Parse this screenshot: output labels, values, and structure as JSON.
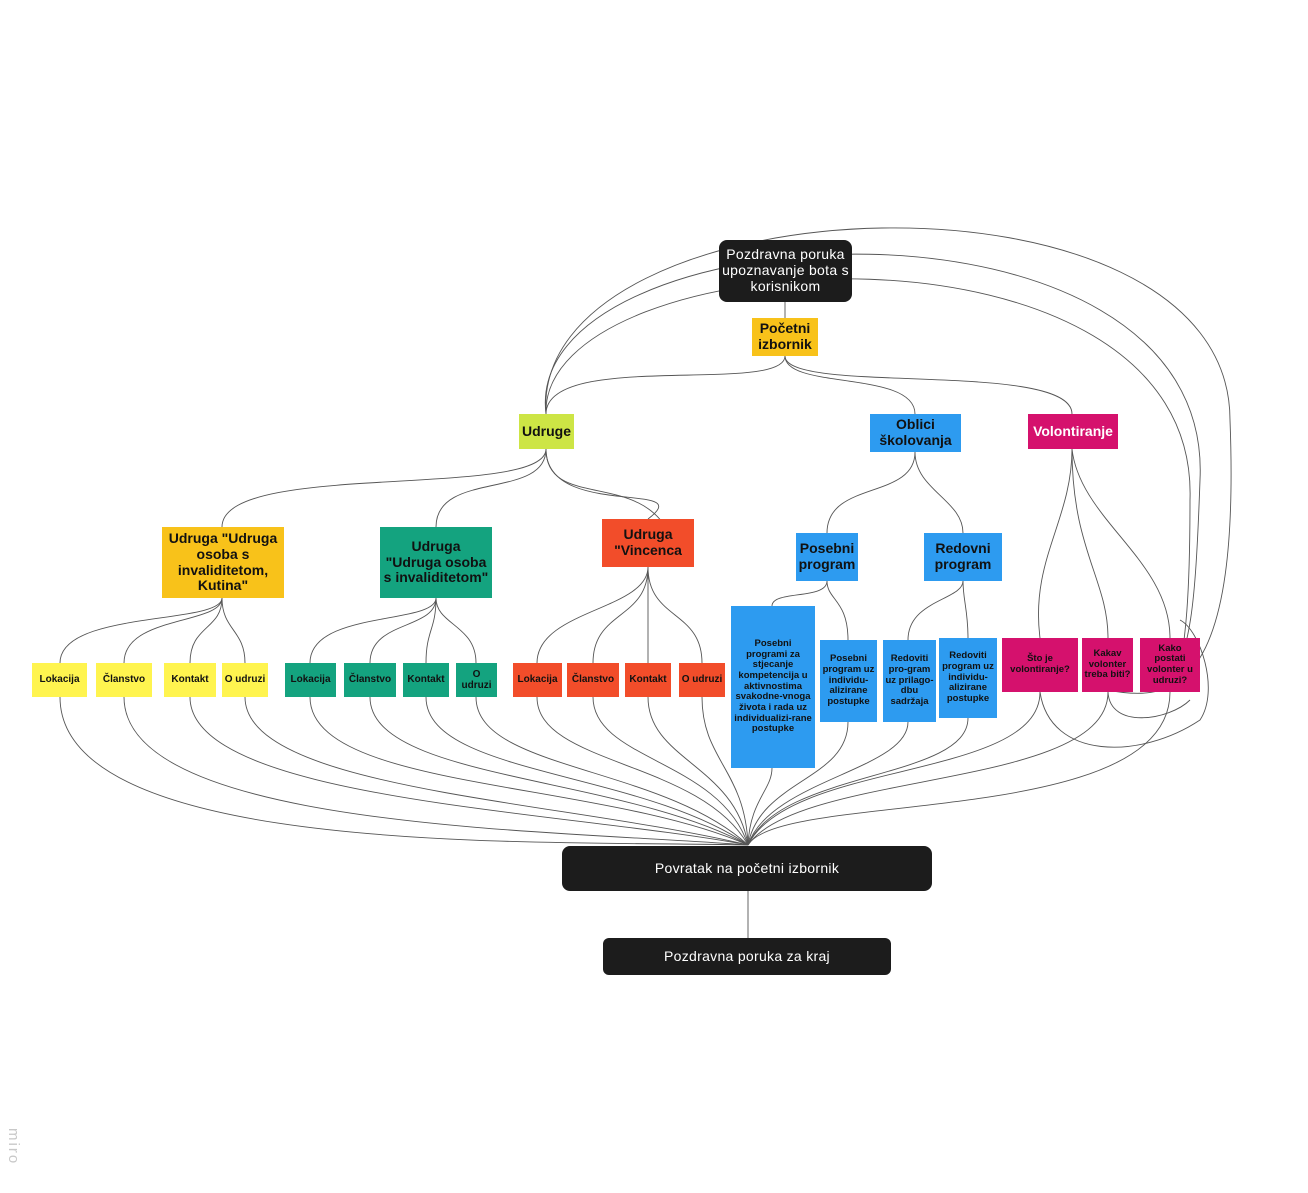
{
  "colors": {
    "dark": "#1c1c1c",
    "yellow": "#f8c21a",
    "lime": "#cde545",
    "teal": "#14a37f",
    "orange_red": "#f24d2a",
    "blue": "#2d9bf0",
    "magenta": "#d5116d",
    "sticky_yellow": "#fff44f",
    "edge": "#555555"
  },
  "nodes": {
    "greeting": "Pozdravna poruka upoznavanje bota s korisnikom",
    "main_menu": "Početni izbornik",
    "udruge": "Udruge",
    "oblici": "Oblici školovanja",
    "volontiranje": "Volontiranje",
    "udruga_kutina": "Udruga \"Udruga osoba s invaliditetom, Kutina\"",
    "udruga_invalid": "Udruga \"Udruga osoba s invaliditetom\"",
    "udruga_vincenca": "Udruga \"Vincenca",
    "posebni": "Posebni program",
    "redovni": "Redovni program",
    "k_lokacija": "Lokacija",
    "k_clanstvo": "Članstvo",
    "k_kontakt": "Kontakt",
    "k_o_udruzi": "O udruzi",
    "i_lokacija": "Lokacija",
    "i_clanstvo": "Članstvo",
    "i_kontakt": "Kontakt",
    "i_o_udruzi": "O udruzi",
    "v_lokacija": "Lokacija",
    "v_clanstvo": "Članstvo",
    "v_kontakt": "Kontakt",
    "v_o_udruzi": "O udruzi",
    "posebni_kompetencije": "Posebni programi za stjecanje kompetencija u aktivnostima svakodne-vnoga života i rada uz individualizi-rane postupke",
    "posebni_individ": "Posebni program uz individu-alizirane postupke",
    "redovni_prilagodba": "Redoviti pro-gram uz prilago-dbu sadržaja",
    "redovni_individ": "Redoviti program uz individu-alizirane postupke",
    "sto_je": "Što je volontiranje?",
    "kakav": "Kakav volonter treba biti?",
    "kako": "Kako postati volonter u udruzi?",
    "back": "Povratak na početni izbornik",
    "end": "Pozdravna poruka za kraj"
  },
  "watermark": "miro"
}
